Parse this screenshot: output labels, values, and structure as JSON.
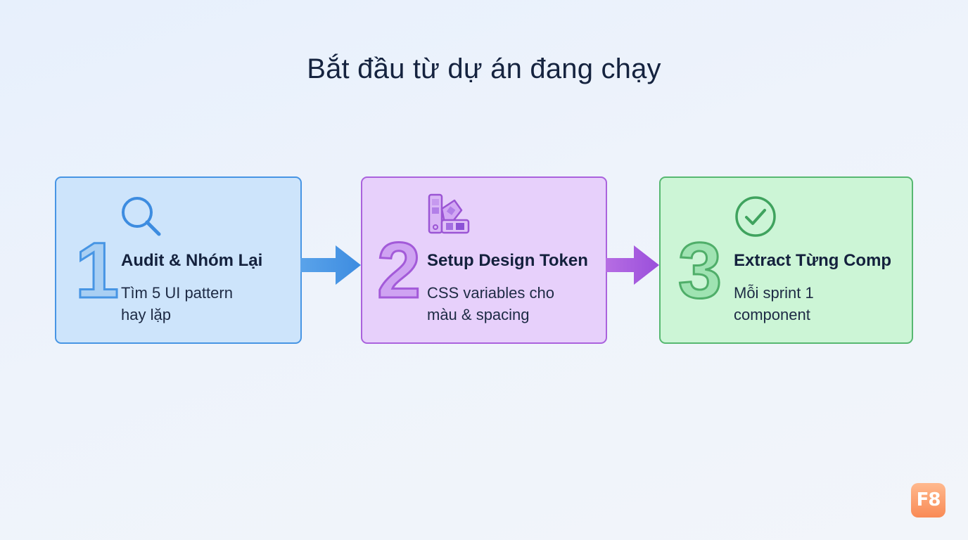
{
  "title": "Bắt đầu từ dự án đang chạy",
  "colors": {
    "step1_accent": "#4795e4",
    "step2_accent": "#aa62dd",
    "step3_accent": "#57b871",
    "badge": "#f98a55"
  },
  "steps": [
    {
      "number": "1",
      "icon": "magnifier-icon",
      "heading": "Audit & Nhóm Lại",
      "desc_line1": "Tìm 5 UI pattern",
      "desc_line2": "hay lặp"
    },
    {
      "number": "2",
      "icon": "color-swatch-icon",
      "heading": "Setup Design Token",
      "desc_line1": "CSS variables cho",
      "desc_line2": "màu & spacing"
    },
    {
      "number": "3",
      "icon": "check-circle-icon",
      "heading": "Extract Từng Comp",
      "desc_line1": "Mỗi sprint 1",
      "desc_line2": "component"
    }
  ],
  "badge": "F8"
}
